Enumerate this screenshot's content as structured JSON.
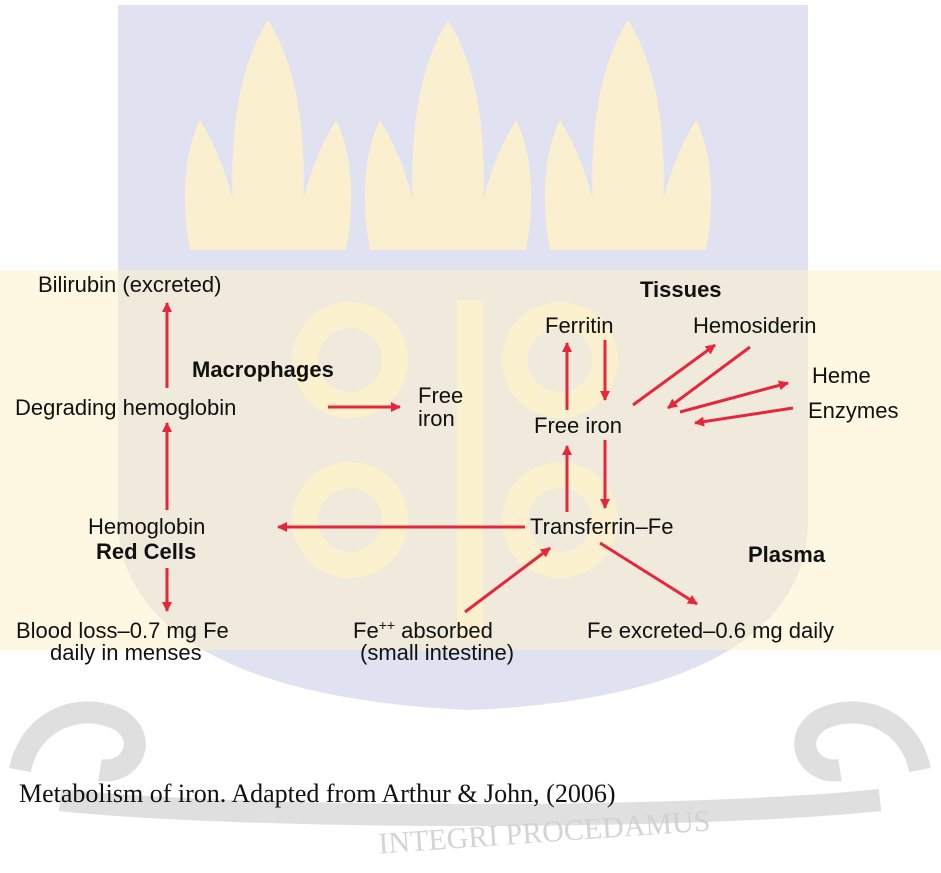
{
  "colors": {
    "arrow": "#e8253b",
    "watermark_blue": "#c7c8e6",
    "watermark_yellow": "#fdf2cc",
    "watermark_gray": "#d0d0d0",
    "text": "#111111"
  },
  "watermark": {
    "motto": "INTEGRI PROCEDAMUS"
  },
  "nodes": {
    "bilirubin": "Bilirubin (excreted)",
    "tissues": "Tissues",
    "ferritin": "Ferritin",
    "hemosiderin": "Hemosiderin",
    "macrophages": "Macrophages",
    "heme": "Heme",
    "degrading_hemoglobin": "Degrading hemoglobin",
    "free_iron_macro_1": "Free",
    "free_iron_macro_2": "iron",
    "enzymes": "Enzymes",
    "free_iron_tissue": "Free iron",
    "hemoglobin": "Hemoglobin",
    "transferrin_fe": "Transferrin–Fe",
    "red_cells": "Red Cells",
    "plasma": "Plasma",
    "blood_loss_1": "Blood loss–0.7 mg Fe",
    "blood_loss_2": "daily in menses",
    "fe_absorbed_1a": "Fe",
    "fe_absorbed_1b": "++",
    "fe_absorbed_1c": " absorbed",
    "fe_absorbed_2": "(small intestine)",
    "fe_excreted": "Fe excreted–0.6 mg daily"
  },
  "caption": "Metabolism of iron. Adapted from Arthur & John, (2006)"
}
